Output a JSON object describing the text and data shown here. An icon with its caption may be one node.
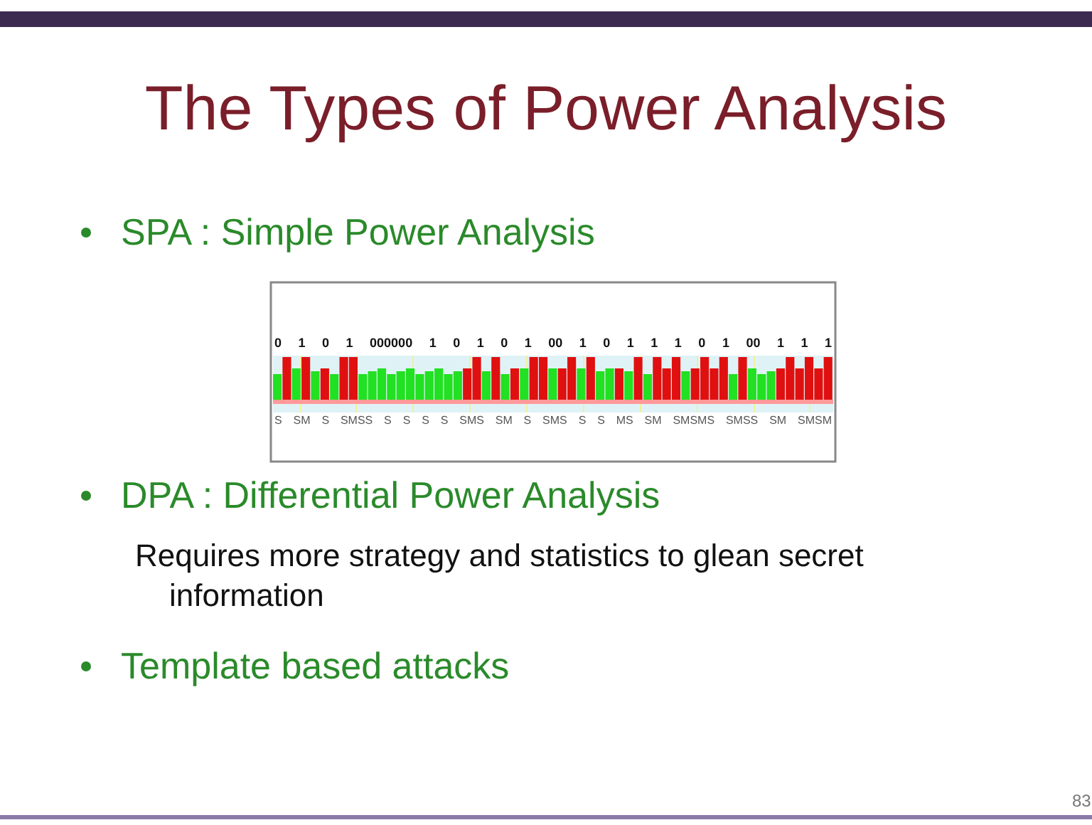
{
  "diagram": {
    "title": "The Types of Power Analysis",
    "labels": [
      "SPA : Simple Power Analysis",
      "0 1 0 1 000000 1 0 1 0 1 00 1 0 1 1 1 0 1 00 1 1 1",
      "S SM S SMSS S S S S SMS SM S SMS S S MS SM SMSMS SMSS SM SMSM",
      "DPA : Differential Power Analysis",
      "Requires more strategy and statistics to glean secret information",
      "Template based attacks",
      "83"
    ]
  }
}
